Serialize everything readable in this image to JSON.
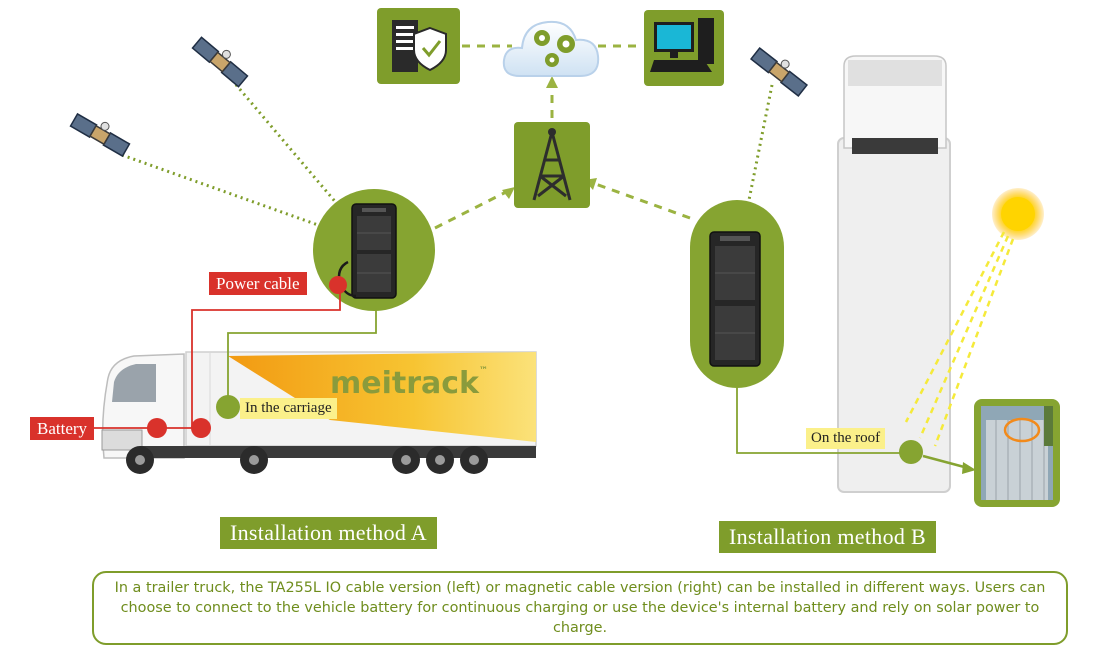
{
  "labels": {
    "power_cable": "Power cable",
    "battery": "Battery",
    "in_carriage": "In the carriage",
    "on_roof": "On the roof",
    "brand": "meitrack",
    "brand_tm": "™"
  },
  "methods": {
    "a": "Installation method A",
    "b": "Installation method B"
  },
  "description": "In a trailer truck, the TA255L IO cable version (left) or magnetic cable version (right) can be installed in different ways. Users can choose to connect to the vehicle battery for continuous charging or use the device's internal battery and rely on solar power to charge.",
  "colors": {
    "accent_green": "#7f9d2b",
    "node_green": "#86a431",
    "dot_red": "#d9322b",
    "label_yellow": "#fbf08a",
    "sun_yellow": "#ffd400",
    "dash_green": "#9bb341"
  },
  "icons": {
    "server": "server-shield-icon",
    "cloud": "cloud-gears-icon",
    "computer": "desktop-computer-icon",
    "tower": "cell-tower-icon",
    "satellite": "satellite-icon",
    "sun": "sun-icon",
    "device": "gps-tracker-device-icon",
    "truck": "trailer-truck-icon"
  }
}
